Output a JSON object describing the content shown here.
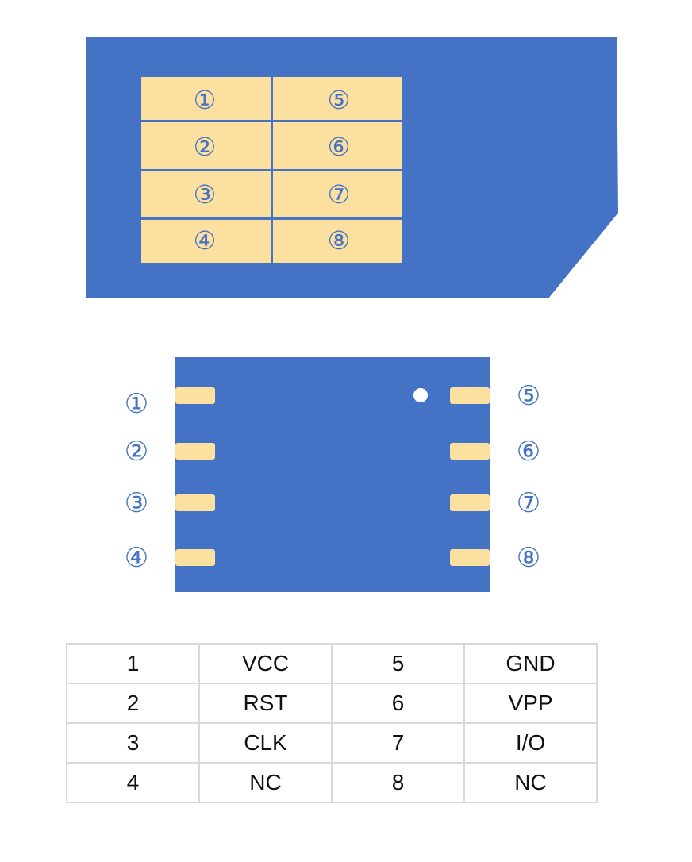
{
  "colors": {
    "card_blue": "#4472c4",
    "contact_gold": "#fbe0a0",
    "number_blue": "#4472c4",
    "table_border": "#d9d9d9"
  },
  "card": {
    "contacts": [
      {
        "left": "①",
        "right": "⑤"
      },
      {
        "left": "②",
        "right": "⑥"
      },
      {
        "left": "③",
        "right": "⑦"
      },
      {
        "left": "④",
        "right": "⑧"
      }
    ]
  },
  "chip": {
    "left_labels": [
      "①",
      "②",
      "③",
      "④"
    ],
    "right_labels": [
      "⑤",
      "⑥",
      "⑦",
      "⑧"
    ]
  },
  "pin_table": {
    "rows": [
      {
        "pin_a": "1",
        "name_a": "VCC",
        "pin_b": "5",
        "name_b": "GND"
      },
      {
        "pin_a": "2",
        "name_a": "RST",
        "pin_b": "6",
        "name_b": "VPP"
      },
      {
        "pin_a": "3",
        "name_a": "CLK",
        "pin_b": "7",
        "name_b": "I/O"
      },
      {
        "pin_a": "4",
        "name_a": "NC",
        "pin_b": "8",
        "name_b": "NC"
      }
    ]
  }
}
